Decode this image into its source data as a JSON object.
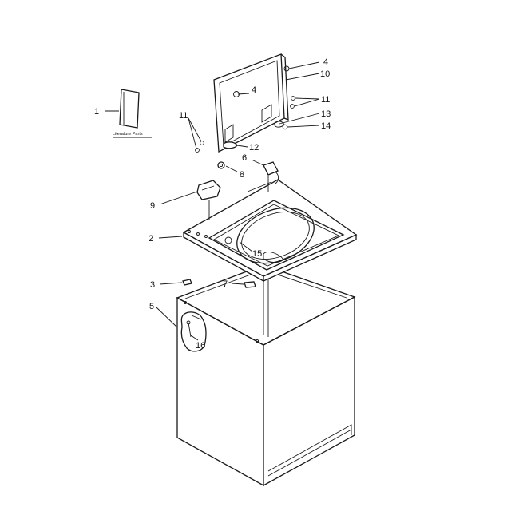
{
  "part_labels": {
    "p1": "1",
    "p2": "2",
    "p3": "3",
    "p4a": "4",
    "p4b": "4",
    "p5": "5",
    "p6": "6",
    "p7": "7",
    "p8": "8",
    "p9": "9",
    "p10": "10",
    "p11a": "11",
    "p11b": "11",
    "p12": "12",
    "p13": "13",
    "p14": "14",
    "p15": "15",
    "p16": "16"
  },
  "literature_caption": "Literature Parts"
}
